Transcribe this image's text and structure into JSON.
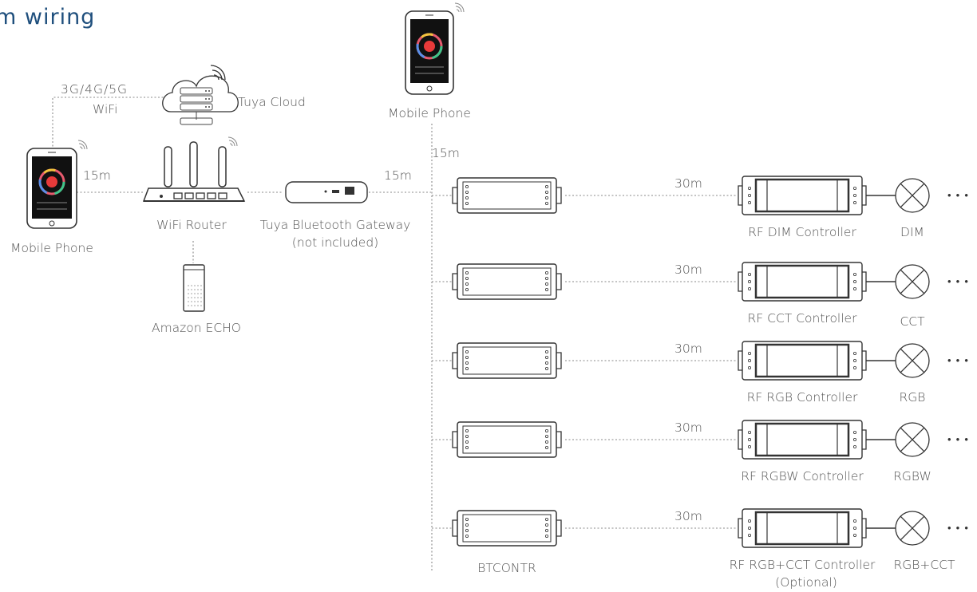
{
  "title": "m wiring",
  "labels": {
    "network": "3G/4G/5G",
    "wifi": "WiFi",
    "cloud": "Tuya Cloud",
    "phone_left": "Mobile Phone",
    "phone_top": "Mobile Phone",
    "router": "WiFi Router",
    "echo": "Amazon ECHO",
    "gateway_line1": "Tuya Bluetooth Gateway",
    "gateway_line2": "(not included)",
    "dist_phone_router": "15m",
    "dist_gateway_bus": "15m",
    "dist_phone_bus": "15m",
    "btcontr": "BTCONTR"
  },
  "rows": [
    {
      "distance": "30m",
      "controller": "RF DIM Controller",
      "controller_note": "",
      "light": "DIM",
      "more": "• • •"
    },
    {
      "distance": "30m",
      "controller": "RF CCT Controller",
      "controller_note": "",
      "light": "CCT",
      "more": "• • •"
    },
    {
      "distance": "30m",
      "controller": "RF RGB Controller",
      "controller_note": "",
      "light": "RGB",
      "more": "• • •"
    },
    {
      "distance": "30m",
      "controller": "RF RGBW Controller",
      "controller_note": "",
      "light": "RGBW",
      "more": "• • •"
    },
    {
      "distance": "30m",
      "controller": "RF RGB+CCT Controller",
      "controller_note": "(Optional)",
      "light": "RGB+CCT",
      "more": "• • •"
    }
  ]
}
